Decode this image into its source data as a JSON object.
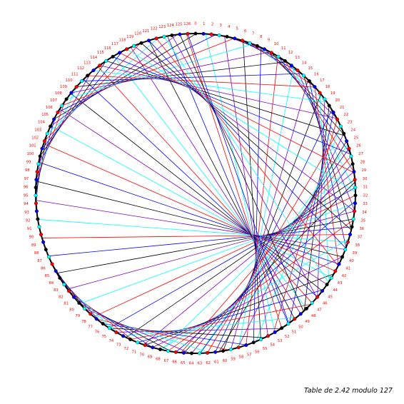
{
  "caption": "Table de 2.42 modulo 127",
  "diagram": {
    "modulus": 127,
    "multiplier": 2.42,
    "start_label": "0",
    "line_colors": [
      "#000000",
      "#0000ff",
      "#ff0000",
      "#00ffff",
      "#8000c0"
    ],
    "point_colors": [
      "#000000",
      "#0000ff",
      "#ff0000",
      "#00ffff"
    ],
    "circle_color": "#000000",
    "label_color": "#ff0000"
  }
}
